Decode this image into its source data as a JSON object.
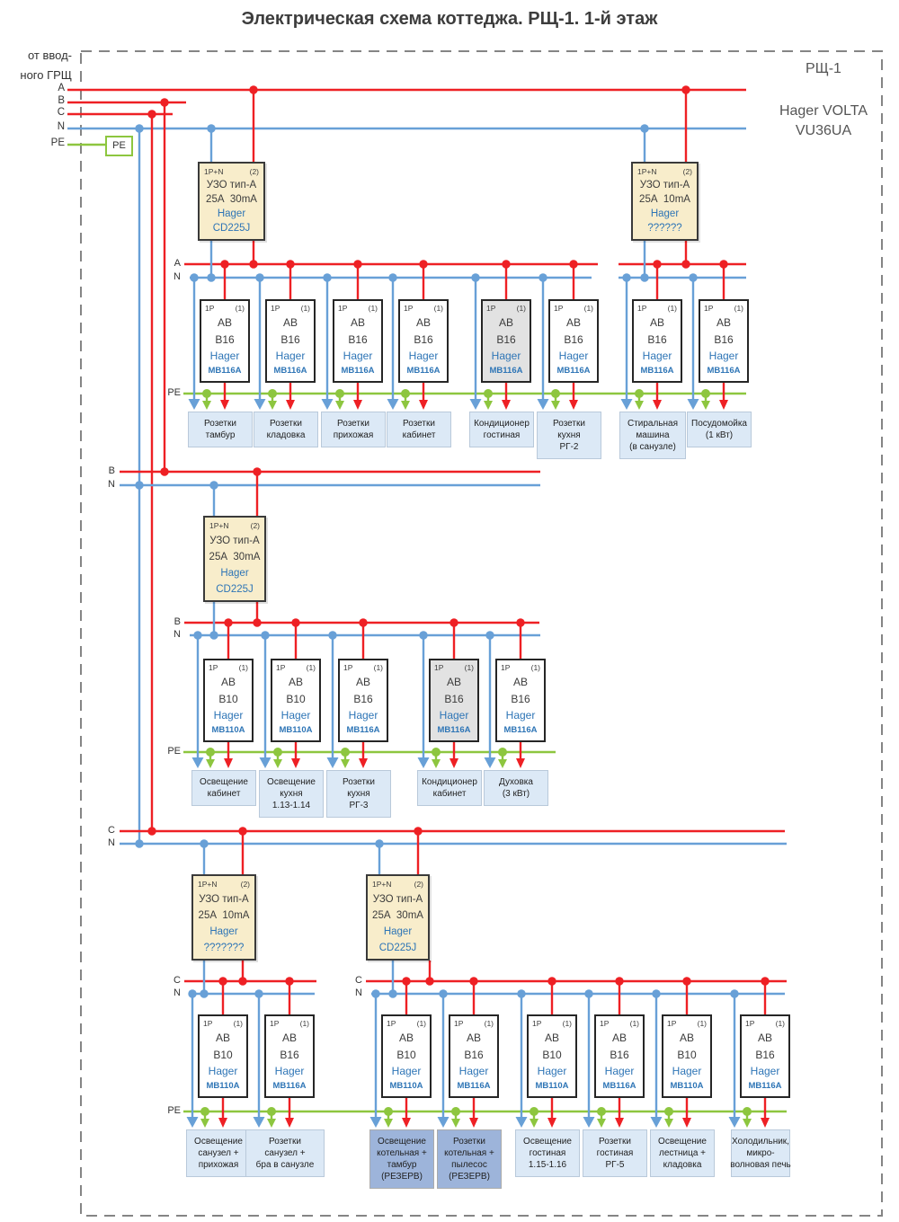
{
  "title": "Электрическая схема коттеджа. РЩ-1. 1-й этаж",
  "source_label": {
    "line1": "от ввод-",
    "line2": "ного ГРЩ"
  },
  "panel": {
    "name": "РЩ-1",
    "model_line1": "Hager VOLTA",
    "model_line2": "VU36UA"
  },
  "bus_labels": {
    "A": "A",
    "B": "B",
    "C": "C",
    "N": "N",
    "PE": "PE"
  },
  "pe_box_label": "PE",
  "colors": {
    "phase_wire": "#ee2024",
    "neutral_wire": "#68a0d7",
    "pe_wire": "#8dc63f",
    "rcd_fill": "#f8edcb",
    "breaker_fill": "#ffffff",
    "breaker_highlight_fill": "#e2e2e2",
    "load_fill": "#dce9f6",
    "load_reserve_fill": "#9db4da",
    "brand_text": "#2e75b6",
    "dashed_border": "#858585"
  },
  "groups": [
    {
      "phase": "A",
      "rcds": [
        {
          "poles": "1P+N",
          "qty": "(2)",
          "type": "УЗО тип-А",
          "rating": "25А  30mA",
          "brand": "Hager",
          "model": "CD225J"
        },
        {
          "poles": "1P+N",
          "qty": "(2)",
          "type": "УЗО тип-А",
          "rating": "25А  10mA",
          "brand": "Hager",
          "model": "??????"
        }
      ],
      "breakers": [
        {
          "poles": "1P",
          "qty": "(1)",
          "type": "АВ",
          "curve": "B16",
          "brand": "Hager",
          "model": "MB116A",
          "highlight": false
        },
        {
          "poles": "1P",
          "qty": "(1)",
          "type": "АВ",
          "curve": "B16",
          "brand": "Hager",
          "model": "MB116A",
          "highlight": false
        },
        {
          "poles": "1P",
          "qty": "(1)",
          "type": "АВ",
          "curve": "B16",
          "brand": "Hager",
          "model": "MB116A",
          "highlight": false
        },
        {
          "poles": "1P",
          "qty": "(1)",
          "type": "АВ",
          "curve": "B16",
          "brand": "Hager",
          "model": "MB116A",
          "highlight": false
        },
        {
          "poles": "1P",
          "qty": "(1)",
          "type": "АВ",
          "curve": "B16",
          "brand": "Hager",
          "model": "MB116A",
          "highlight": true
        },
        {
          "poles": "1P",
          "qty": "(1)",
          "type": "АВ",
          "curve": "B16",
          "brand": "Hager",
          "model": "MB116A",
          "highlight": false
        },
        {
          "poles": "1P",
          "qty": "(1)",
          "type": "АВ",
          "curve": "B16",
          "brand": "Hager",
          "model": "MB116A",
          "highlight": false
        },
        {
          "poles": "1P",
          "qty": "(1)",
          "type": "АВ",
          "curve": "B16",
          "brand": "Hager",
          "model": "MB116A",
          "highlight": false
        }
      ],
      "loads": [
        {
          "lines": [
            "Розетки",
            "тамбур"
          ],
          "reserve": false
        },
        {
          "lines": [
            "Розетки",
            "кладовка"
          ],
          "reserve": false
        },
        {
          "lines": [
            "Розетки",
            "прихожая"
          ],
          "reserve": false
        },
        {
          "lines": [
            "Розетки",
            "кабинет"
          ],
          "reserve": false
        },
        {
          "lines": [
            "Кондиционер",
            "гостиная"
          ],
          "reserve": false
        },
        {
          "lines": [
            "Розетки",
            "кухня",
            "РГ-2"
          ],
          "reserve": false
        },
        {
          "lines": [
            "Стиральная",
            "машина",
            "(в санузле)"
          ],
          "reserve": false
        },
        {
          "lines": [
            "Посудомойка",
            "(1 кВт)"
          ],
          "reserve": false
        }
      ]
    },
    {
      "phase": "B",
      "rcds": [
        {
          "poles": "1P+N",
          "qty": "(2)",
          "type": "УЗО тип-А",
          "rating": "25А  30mA",
          "brand": "Hager",
          "model": "CD225J"
        }
      ],
      "breakers": [
        {
          "poles": "1P",
          "qty": "(1)",
          "type": "АВ",
          "curve": "B10",
          "brand": "Hager",
          "model": "MB110A",
          "highlight": false
        },
        {
          "poles": "1P",
          "qty": "(1)",
          "type": "АВ",
          "curve": "B10",
          "brand": "Hager",
          "model": "MB110A",
          "highlight": false
        },
        {
          "poles": "1P",
          "qty": "(1)",
          "type": "АВ",
          "curve": "B16",
          "brand": "Hager",
          "model": "MB116A",
          "highlight": false
        },
        {
          "poles": "1P",
          "qty": "(1)",
          "type": "АВ",
          "curve": "B16",
          "brand": "Hager",
          "model": "MB116A",
          "highlight": true
        },
        {
          "poles": "1P",
          "qty": "(1)",
          "type": "АВ",
          "curve": "B16",
          "brand": "Hager",
          "model": "MB116A",
          "highlight": false
        }
      ],
      "loads": [
        {
          "lines": [
            "Освещение",
            "кабинет"
          ],
          "reserve": false
        },
        {
          "lines": [
            "Освещение",
            "кухня",
            "1.13-1.14"
          ],
          "reserve": false
        },
        {
          "lines": [
            "Розетки",
            "кухня",
            "РГ-3"
          ],
          "reserve": false
        },
        {
          "lines": [
            "Кондиционер",
            "кабинет"
          ],
          "reserve": false
        },
        {
          "lines": [
            "Духовка",
            "(3 кВт)"
          ],
          "reserve": false
        }
      ]
    },
    {
      "phase": "C",
      "rcds": [
        {
          "poles": "1P+N",
          "qty": "(2)",
          "type": "УЗО тип-А",
          "rating": "25А  10mA",
          "brand": "Hager",
          "model": "???????"
        },
        {
          "poles": "1P+N",
          "qty": "(2)",
          "type": "УЗО тип-А",
          "rating": "25А  30mA",
          "brand": "Hager",
          "model": "CD225J"
        }
      ],
      "breakers": [
        {
          "poles": "1P",
          "qty": "(1)",
          "type": "АВ",
          "curve": "B10",
          "brand": "Hager",
          "model": "MB110A",
          "highlight": false
        },
        {
          "poles": "1P",
          "qty": "(1)",
          "type": "АВ",
          "curve": "B16",
          "brand": "Hager",
          "model": "MB116A",
          "highlight": false
        },
        {
          "poles": "1P",
          "qty": "(1)",
          "type": "АВ",
          "curve": "B10",
          "brand": "Hager",
          "model": "MB110A",
          "highlight": false
        },
        {
          "poles": "1P",
          "qty": "(1)",
          "type": "АВ",
          "curve": "B16",
          "brand": "Hager",
          "model": "MB116A",
          "highlight": false
        },
        {
          "poles": "1P",
          "qty": "(1)",
          "type": "АВ",
          "curve": "B10",
          "brand": "Hager",
          "model": "MB110A",
          "highlight": false
        },
        {
          "poles": "1P",
          "qty": "(1)",
          "type": "АВ",
          "curve": "B16",
          "brand": "Hager",
          "model": "MB116A",
          "highlight": false
        },
        {
          "poles": "1P",
          "qty": "(1)",
          "type": "АВ",
          "curve": "B10",
          "brand": "Hager",
          "model": "MB110A",
          "highlight": false
        },
        {
          "poles": "1P",
          "qty": "(1)",
          "type": "АВ",
          "curve": "B16",
          "brand": "Hager",
          "model": "MB116A",
          "highlight": false
        }
      ],
      "loads": [
        {
          "lines": [
            "Освещение",
            "санузел +",
            "прихожая"
          ],
          "reserve": false
        },
        {
          "lines": [
            "Розетки",
            "санузел +",
            "бра в санузле"
          ],
          "reserve": false
        },
        {
          "lines": [
            "Освещение",
            "котельная +",
            "тамбур",
            "(РЕЗЕРВ)"
          ],
          "reserve": true
        },
        {
          "lines": [
            "Розетки",
            "котельная +",
            "пылесос",
            "(РЕЗЕРВ)"
          ],
          "reserve": true
        },
        {
          "lines": [
            "Освещение",
            "гостиная",
            "1.15-1.16"
          ],
          "reserve": false
        },
        {
          "lines": [
            "Розетки",
            "гостиная",
            "РГ-5"
          ],
          "reserve": false
        },
        {
          "lines": [
            "Освещение",
            "лестница +",
            "кладовка"
          ],
          "reserve": false
        },
        {
          "lines": [
            "Холодильник,",
            "микро-",
            "волновая печь"
          ],
          "reserve": false
        }
      ]
    }
  ]
}
